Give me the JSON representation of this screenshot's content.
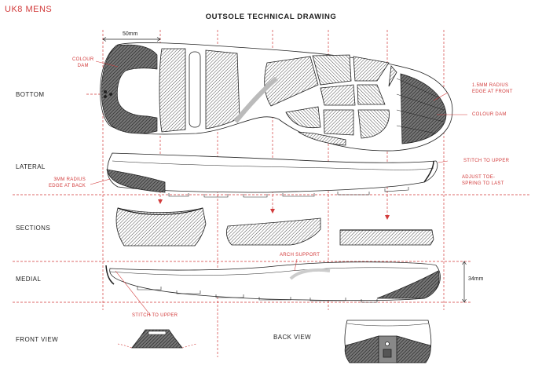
{
  "header": {
    "corner_label": "UK8 MENS",
    "title": "OUTSOLE TECHNICAL DRAWING"
  },
  "rows": {
    "bottom": "BOTTOM",
    "lateral": "LATERAL",
    "sections": "SECTIONS",
    "medial": "MEDIAL",
    "front_view": "FRONT VIEW",
    "back_view": "BACK VIEW"
  },
  "annotations": {
    "colour_dam_heel_1": "COLOUR",
    "colour_dam_heel_2": "DAM",
    "radius_front_1": "1.5MM RADIUS",
    "radius_front_2": "EDGE AT FRONT",
    "colour_dam_toe": "COLOUR DAM",
    "stitch_to_upper": "STITCH TO UPPER",
    "adjust_toe_1": "ADJUST TOE-",
    "adjust_toe_2": "SPRING TO LAST",
    "radius_back_1": "3MM RADIUS",
    "radius_back_2": "EDGE AT BACK",
    "arch_support": "ARCH SUPPORT",
    "stitch_to_upper_front": "STITCH TO UPPER"
  },
  "dimensions": {
    "width": "50mm",
    "height": "34mm"
  },
  "colors": {
    "accent": "#d23a3a",
    "line": "#222222"
  }
}
